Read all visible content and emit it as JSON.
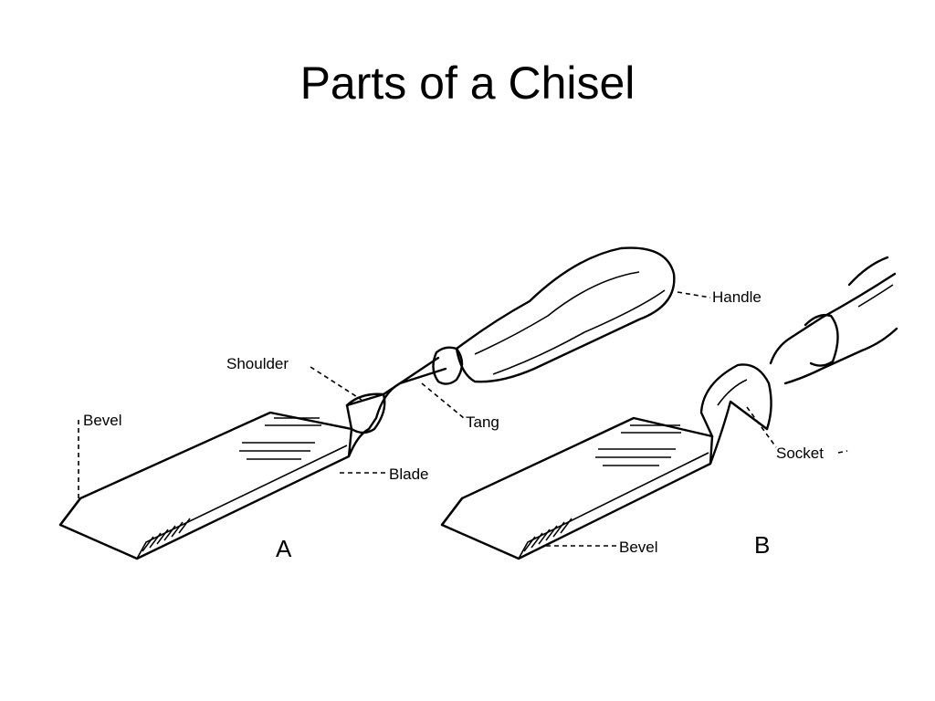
{
  "title": "Parts of a Chisel",
  "diagram_a": {
    "caption": "A",
    "labels": {
      "shoulder": "Shoulder",
      "bevel": "Bevel",
      "tang": "Tang",
      "blade": "Blade",
      "handle": "Handle"
    }
  },
  "diagram_b": {
    "caption": "B",
    "labels": {
      "socket": "Socket",
      "bevel": "Bevel"
    }
  }
}
